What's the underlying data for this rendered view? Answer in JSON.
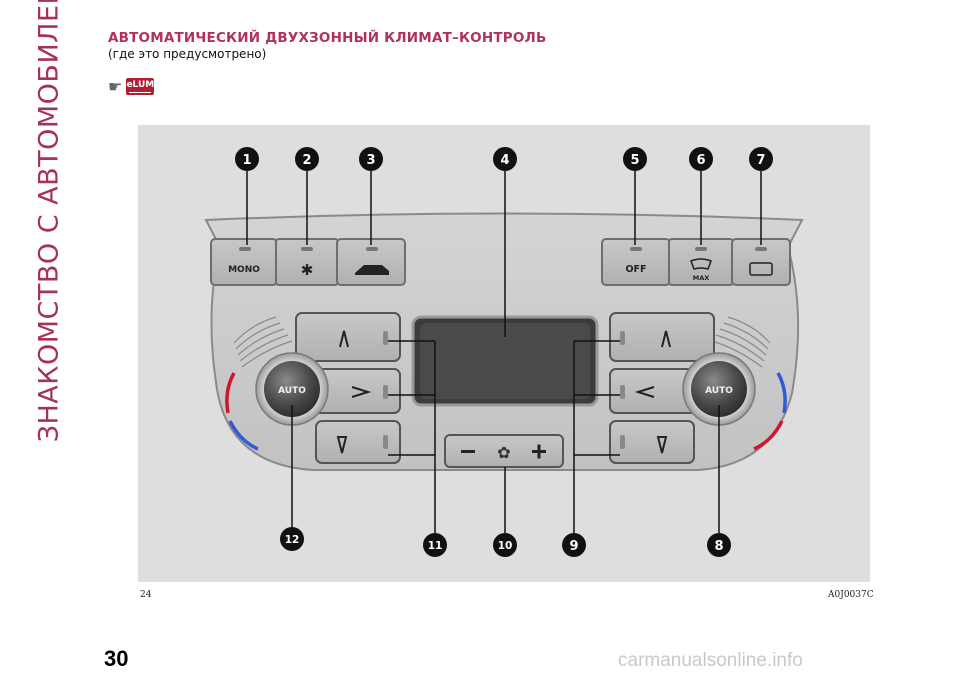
{
  "side_title": "ЗНАКОМСТВО С АВТОМОБИЛЕМ",
  "section": {
    "title": "АВТОМАТИЧЕСКИЙ ДВУХЗОННЫЙ КЛИМАТ–КОНТРОЛЬ",
    "subtitle": "(где это предусмотрено)"
  },
  "badge": {
    "label": "eLUM",
    "icon": "pointing-hand-icon"
  },
  "figure": {
    "number": "24",
    "code": "A0J0037C",
    "callouts": [
      "1",
      "2",
      "3",
      "4",
      "5",
      "6",
      "7",
      "8",
      "9",
      "10",
      "11",
      "12"
    ],
    "buttons": {
      "mono": "MONO",
      "off": "OFF",
      "max": "MAX",
      "auto_left": "AUTO",
      "auto_right": "AUTO"
    },
    "icons": {
      "snowflake": "snowflake-icon",
      "recirculation": "recirculation-icon",
      "windshield_defrost": "windshield-defrost-icon",
      "rear_defrost": "rear-defrost-icon",
      "fan": "fan-icon"
    },
    "colors": {
      "hot": "#d0142c",
      "cold": "#2e5ad8",
      "callout": "#111111"
    }
  },
  "page_number": "30",
  "watermark": "carmanualsonline.info"
}
